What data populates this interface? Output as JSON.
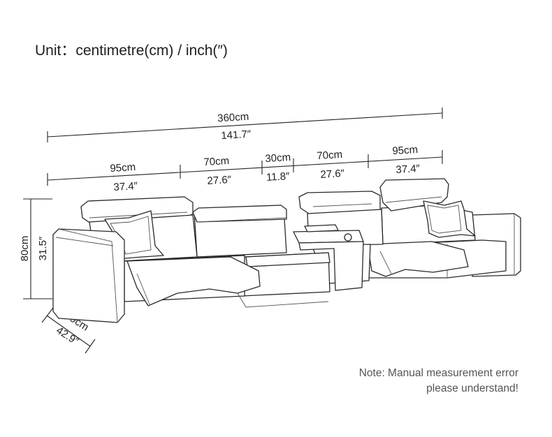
{
  "header": {
    "unit_label": "Unit：centimetre(cm) / inch(″)"
  },
  "dimensions": {
    "total": {
      "cm": "360cm",
      "inch": "141.7″"
    },
    "segments": [
      {
        "cm": "95cm",
        "inch": "37.4″"
      },
      {
        "cm": "70cm",
        "inch": "27.6″"
      },
      {
        "cm": "30cm",
        "inch": "11.8″"
      },
      {
        "cm": "70cm",
        "inch": "27.6″"
      },
      {
        "cm": "95cm",
        "inch": "37.4″"
      }
    ],
    "height": {
      "cm": "80cm",
      "inch": "31.5″"
    },
    "depth": {
      "cm": "109cm",
      "inch": "42.9″"
    }
  },
  "note": {
    "line1": "Note: Manual measurement error",
    "line2": "please understand!"
  }
}
